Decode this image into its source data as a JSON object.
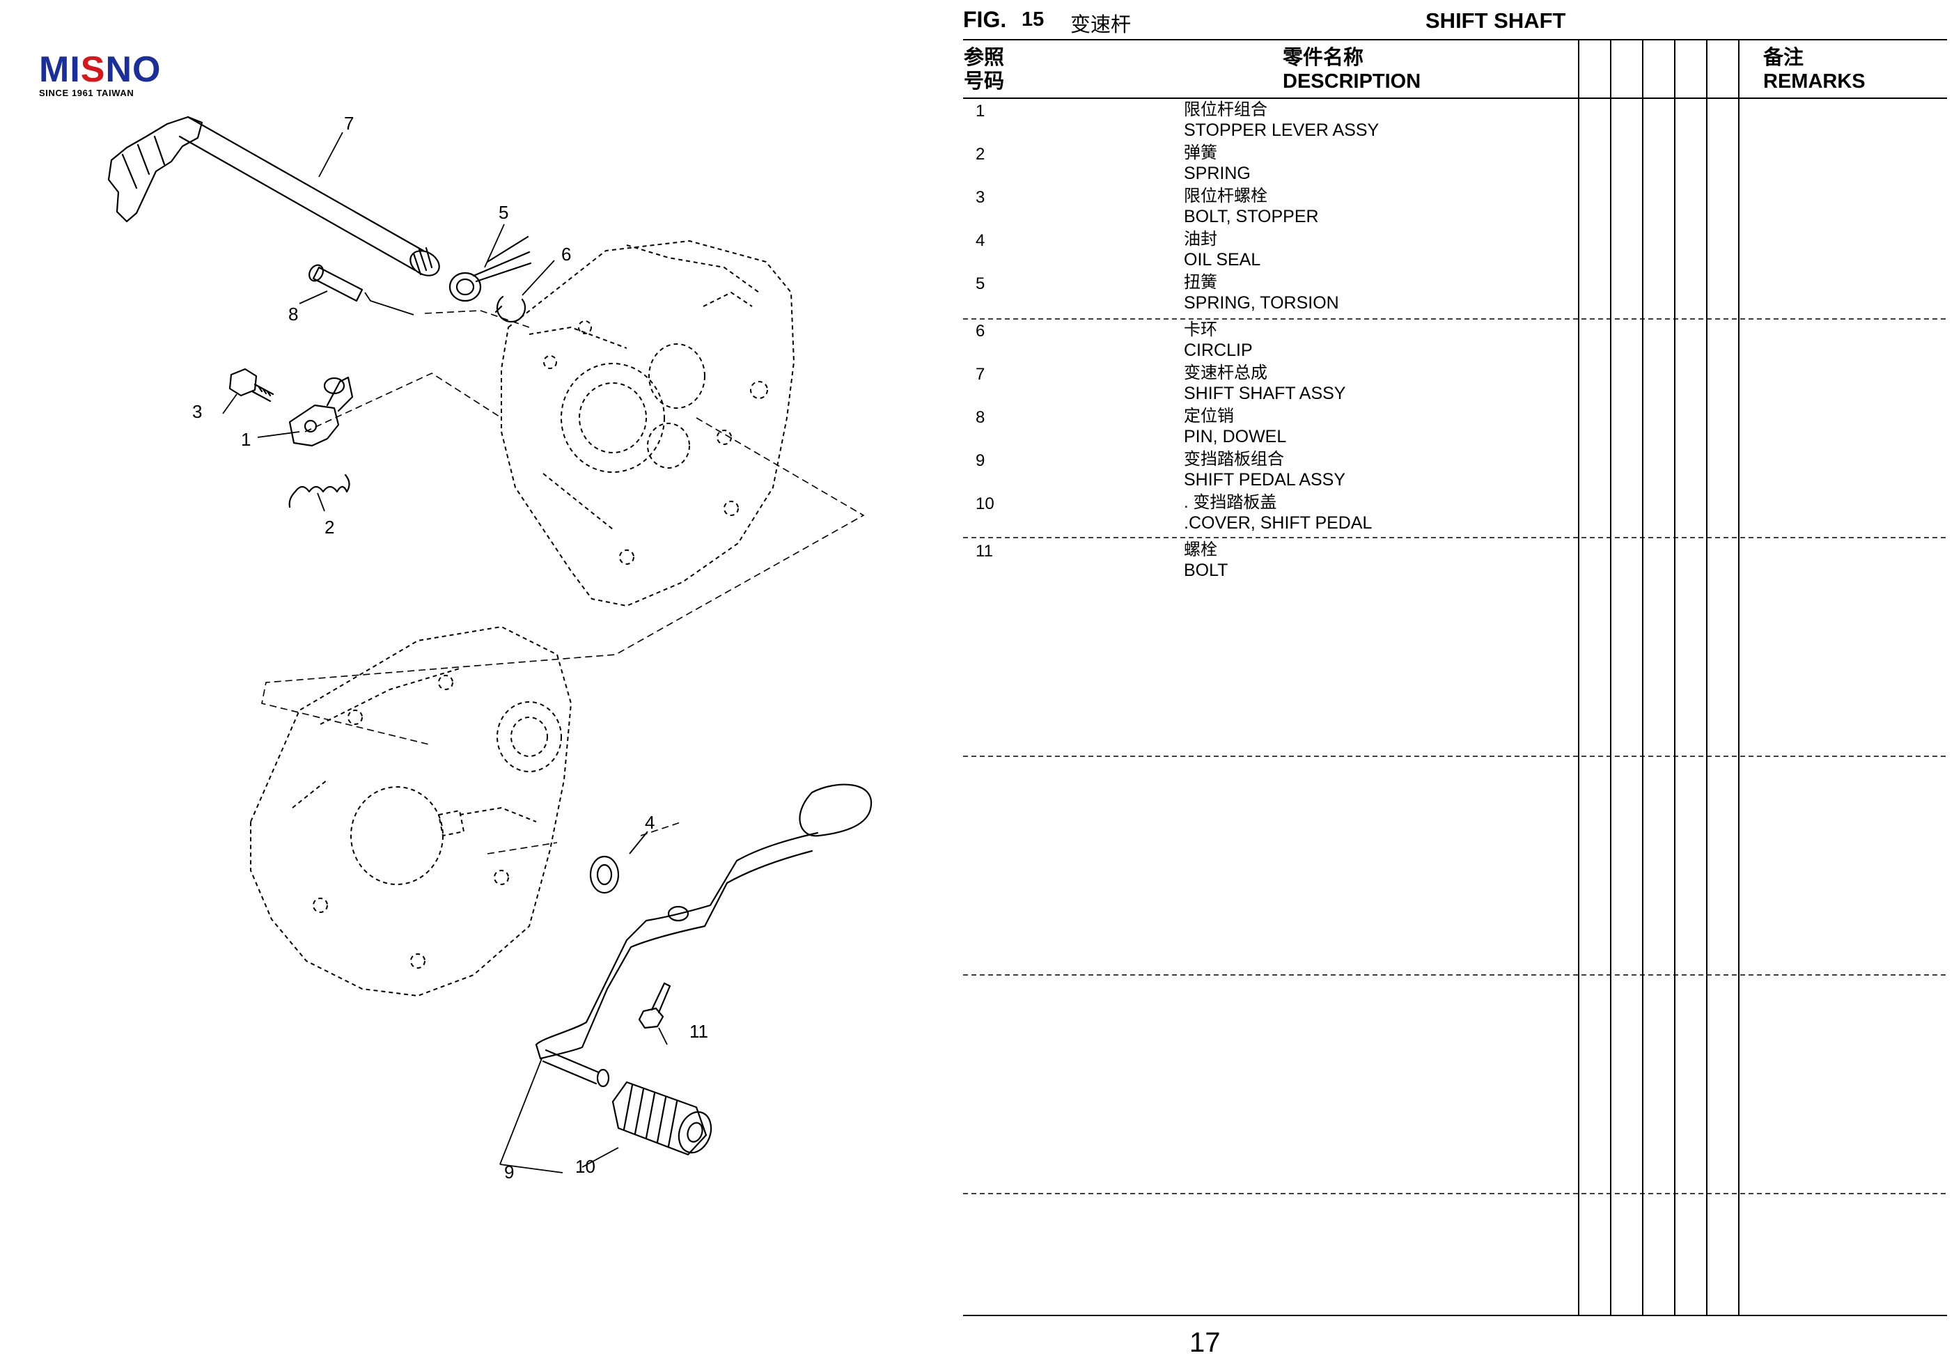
{
  "logo": {
    "word_part1": "MI",
    "word_part2": "S",
    "word_part3": "NO",
    "tagline": "SINCE 1961 TAIWAN",
    "colors": {
      "blue": "#1a2f9c",
      "red": "#d8151b"
    }
  },
  "figure": {
    "label": "FIG.",
    "number": "15",
    "title_cn": "变速杆",
    "title_en": "SHIFT SHAFT"
  },
  "columns": {
    "ref_cn": "参照",
    "ref_cn2": "号码",
    "desc_cn": "零件名称",
    "desc_en": "DESCRIPTION",
    "remarks_cn": "备注",
    "remarks_en": "REMARKS"
  },
  "parts": [
    {
      "ref": "1",
      "cn": "限位杆组合",
      "en": "STOPPER LEVER ASSY"
    },
    {
      "ref": "2",
      "cn": "弹簧",
      "en": "SPRING"
    },
    {
      "ref": "3",
      "cn": "限位杆螺栓",
      "en": "BOLT, STOPPER"
    },
    {
      "ref": "4",
      "cn": "油封",
      "en": "OIL SEAL"
    },
    {
      "ref": "5",
      "cn": "扭簧",
      "en": "SPRING, TORSION"
    },
    {
      "ref": "6",
      "cn": "卡环",
      "en": "CIRCLIP"
    },
    {
      "ref": "7",
      "cn": "变速杆总成",
      "en": "SHIFT SHAFT ASSY"
    },
    {
      "ref": "8",
      "cn": "定位销",
      "en": "PIN, DOWEL"
    },
    {
      "ref": "9",
      "cn": "变挡踏板组合",
      "en": "SHIFT PEDAL ASSY"
    },
    {
      "ref": "10",
      "cn": ". 变挡踏板盖",
      "en": ".COVER, SHIFT PEDAL"
    },
    {
      "ref": "11",
      "cn": "螺栓",
      "en": "BOLT"
    }
  ],
  "diagram_callouts": [
    "1",
    "2",
    "3",
    "4",
    "5",
    "6",
    "7",
    "8",
    "9",
    "10",
    "11"
  ],
  "page_number": "17"
}
